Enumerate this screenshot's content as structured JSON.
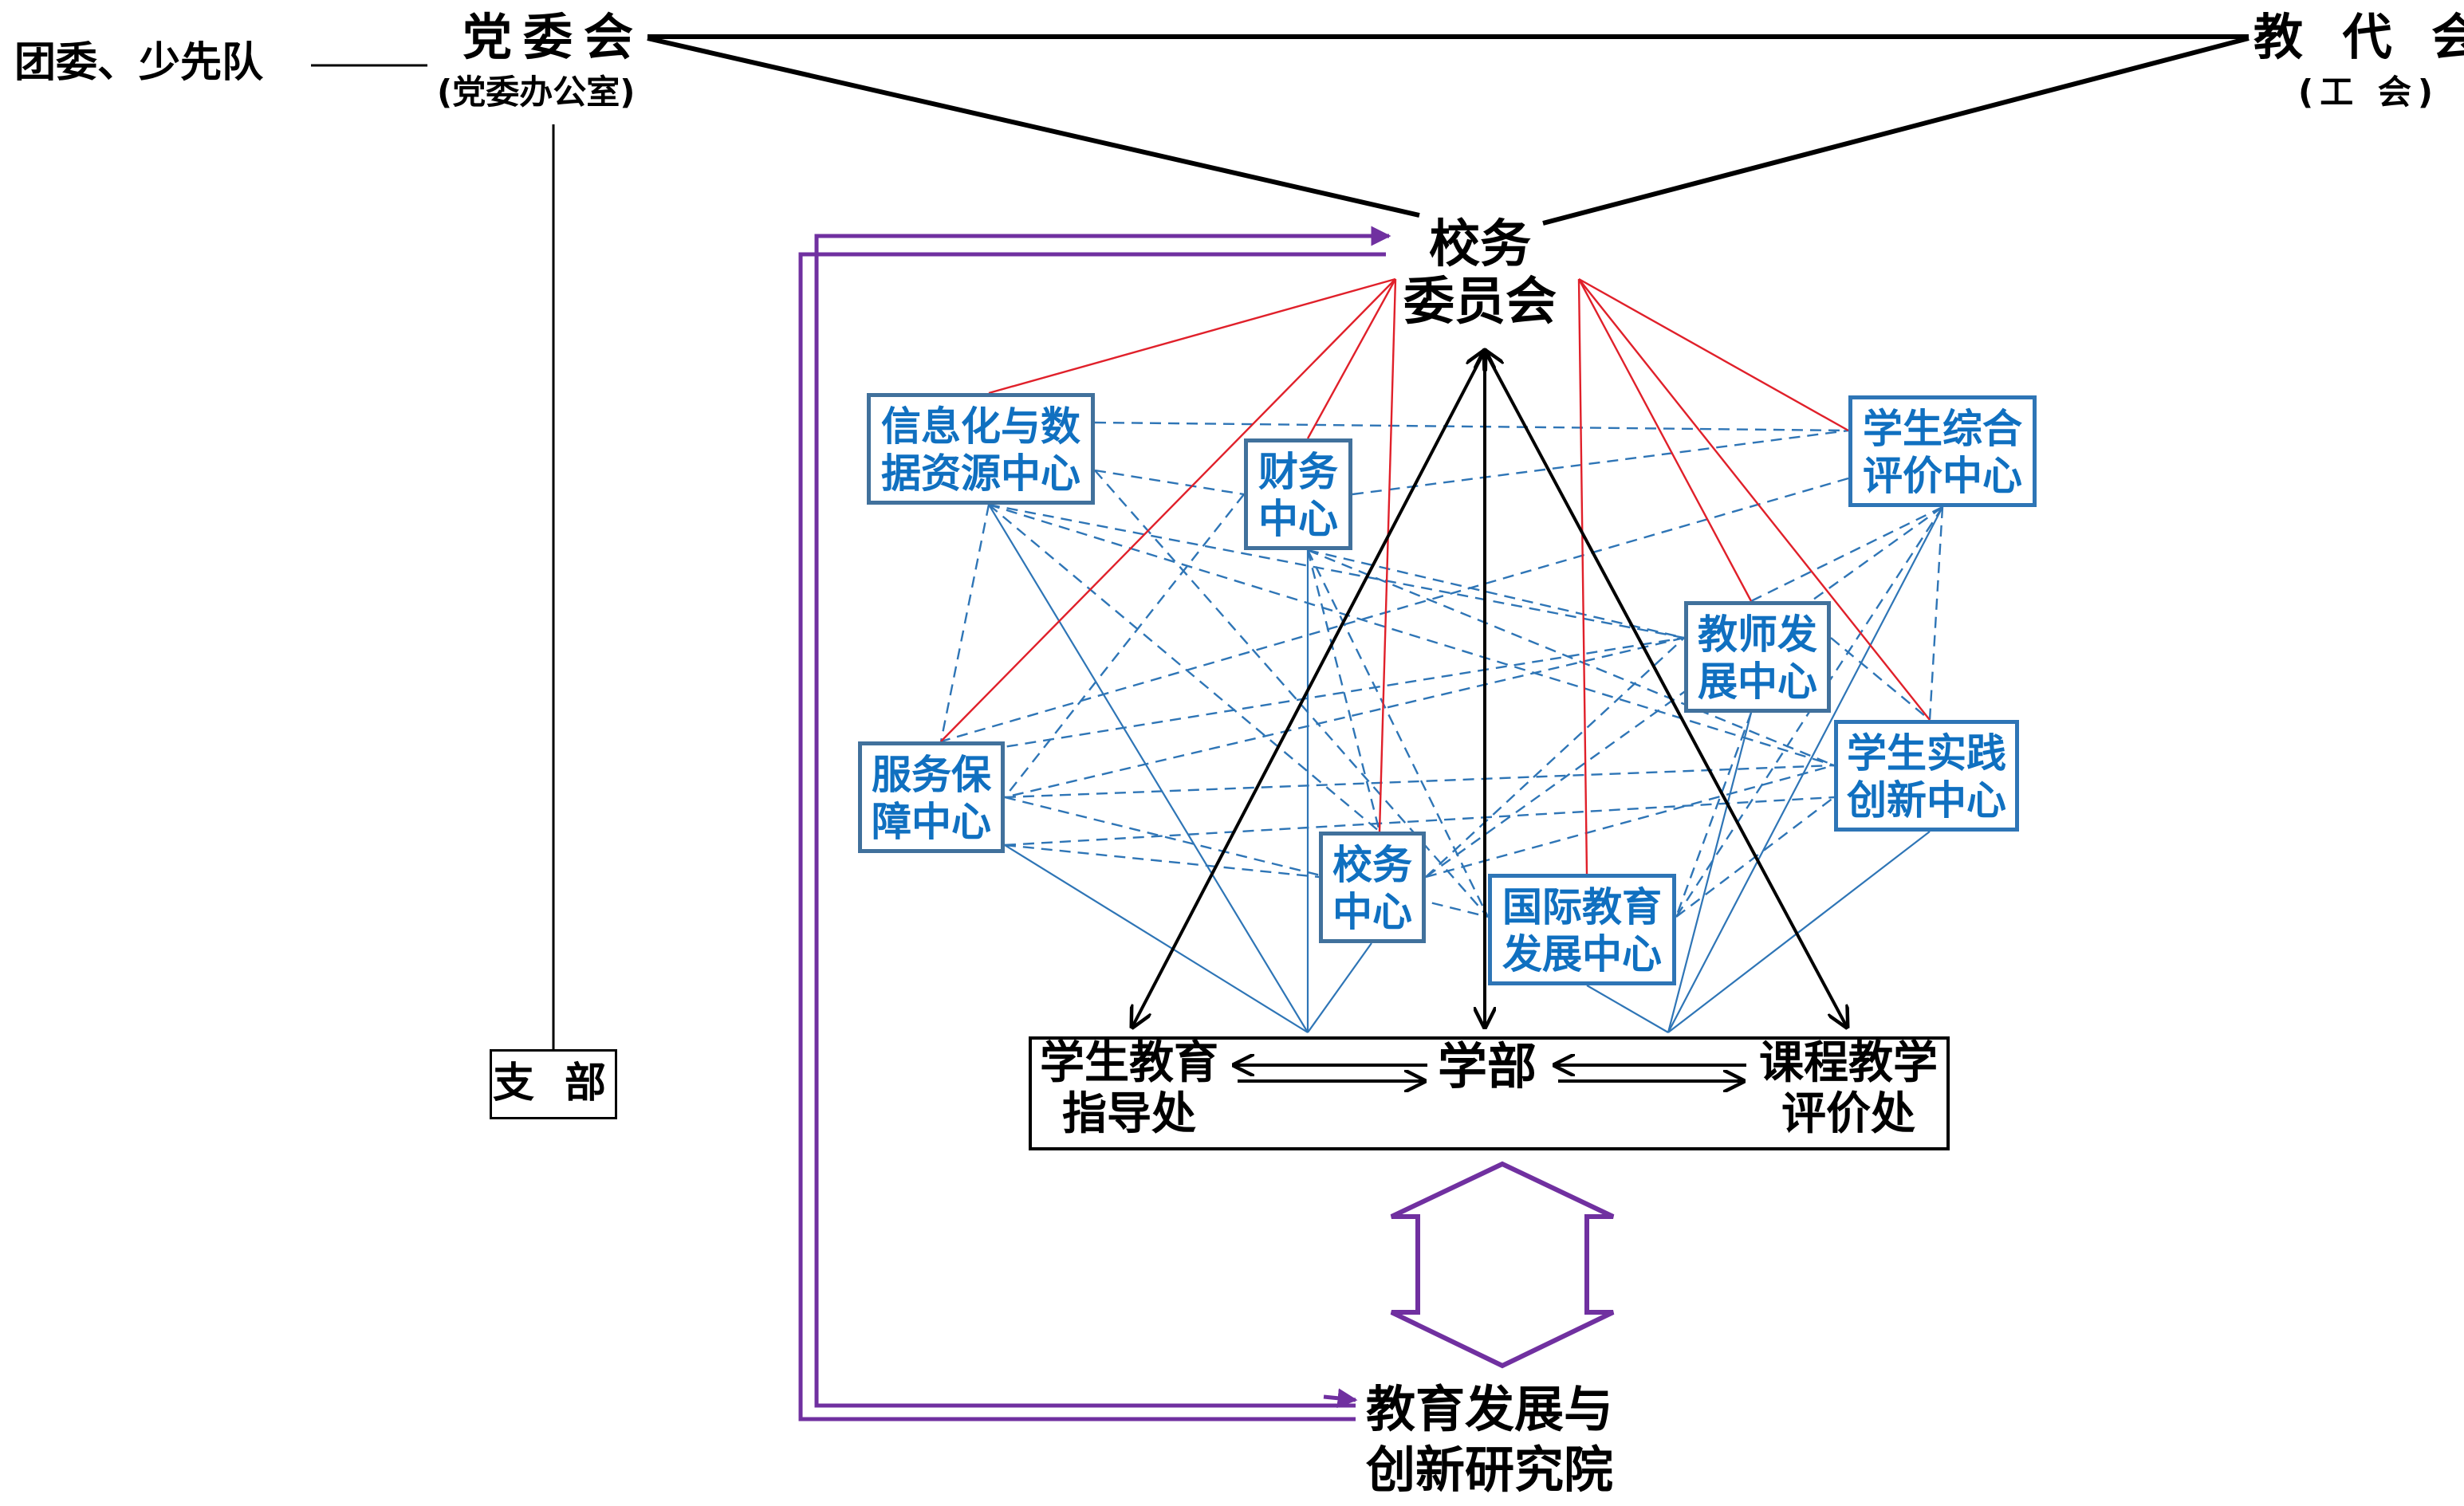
{
  "diagram": {
    "type": "organizational-structure",
    "colors": {
      "governance_line": "#000000",
      "committee_link": "#e0202a",
      "center_link": "#2e75b6",
      "center_text": "#1070c0",
      "center_border": "#41719c",
      "institute_link": "#7030a0"
    }
  },
  "top": {
    "league": "团委、少先队",
    "party_committee": "党委会",
    "party_office": "(党委办公室)",
    "staff_congress": "教 代 会",
    "union": "(工 会)"
  },
  "committee": {
    "line1": "校务",
    "line2": "委员会"
  },
  "branch": "支 部",
  "centers": [
    {
      "id": "info",
      "line1": "信息化与数",
      "line2": "据资源中心"
    },
    {
      "id": "finance",
      "line1": "财务",
      "line2": "中心"
    },
    {
      "id": "eval",
      "line1": "学生综合",
      "line2": "评价中心"
    },
    {
      "id": "teacher",
      "line1": "教师发",
      "line2": "展中心"
    },
    {
      "id": "service",
      "line1": "服务保",
      "line2": "障中心"
    },
    {
      "id": "practice",
      "line1": "学生实践",
      "line2": "创新中心"
    },
    {
      "id": "affairs",
      "line1": "校务",
      "line2": "中心"
    },
    {
      "id": "intl",
      "line1": "国际教育",
      "line2": "发展中心"
    }
  ],
  "operations": {
    "student_guidance": {
      "line1": "学生教育",
      "line2": "指导处"
    },
    "faculty": "学部",
    "curriculum_eval": {
      "line1": "课程教学",
      "line2": "评价处"
    }
  },
  "institute": {
    "line1": "教育发展与",
    "line2": "创新研究院"
  }
}
